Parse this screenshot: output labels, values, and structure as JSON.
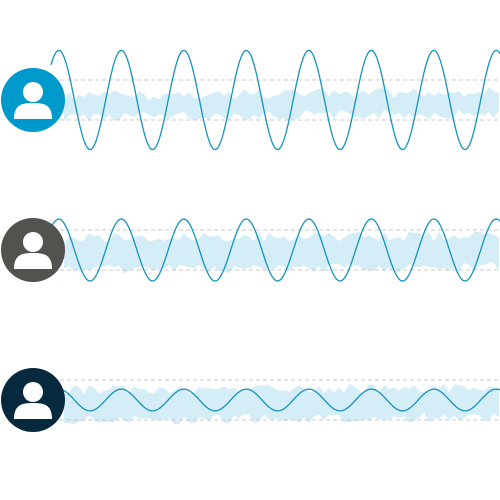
{
  "colors": {
    "background": "#ffffff",
    "wave": "#1493bd",
    "band": "#d3ecf7",
    "guide": "#c8c8c8",
    "avatar_glyph": "#ffffff"
  },
  "rows": [
    {
      "name": "row-1",
      "avatar_color": "#0099cc",
      "avatar_icon": "user-icon",
      "wave_amplitude_ratio": 1.6,
      "band_level": 0.35
    },
    {
      "name": "row-2",
      "avatar_color": "#52524e",
      "avatar_icon": "user-icon",
      "wave_amplitude_ratio": 1.0,
      "band_level": 0.35
    },
    {
      "name": "row-3",
      "avatar_color": "#07293d",
      "avatar_icon": "user-icon",
      "wave_amplitude_ratio": 0.35,
      "band_level": 0.35
    }
  ]
}
